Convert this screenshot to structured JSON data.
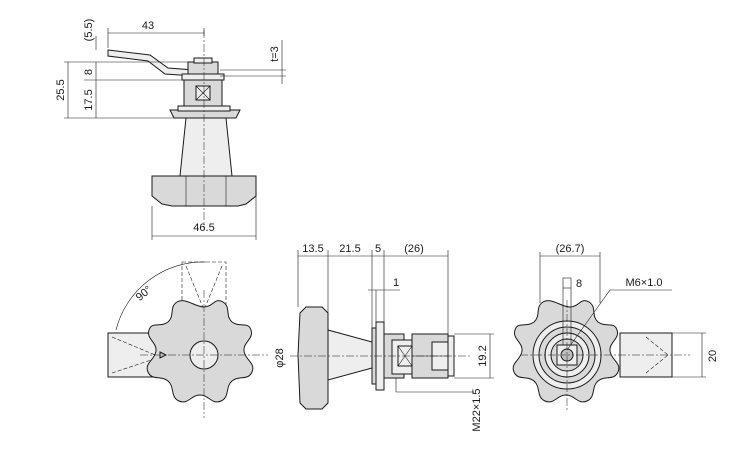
{
  "colors": {
    "line": "#1a1a1a",
    "fill": "#d9d9d9",
    "fill_light": "#eeeeee",
    "fill_dark": "#bfbfbf",
    "background": "#ffffff"
  },
  "dimensions": {
    "top_view": {
      "arm_length": "43",
      "arm_offset": "(5.5)",
      "overall_height": "25.5",
      "nut_height": "8",
      "shaft_height": "17.5",
      "arm_thickness": "t=3",
      "knob_width": "46.5"
    },
    "front_view": {
      "rotation_angle": "90°"
    },
    "side_view": {
      "knob_length": "13.5",
      "neck_length": "21.5",
      "flange_length": "5",
      "body_length": "(26)",
      "washer": "1",
      "knob_diameter": "φ28",
      "thread": "M22×1.5",
      "height": "19.2"
    },
    "end_view": {
      "overall_width": "(26.7)",
      "square": "8",
      "bolt": "M6×1.0",
      "arm_width": "20"
    }
  }
}
